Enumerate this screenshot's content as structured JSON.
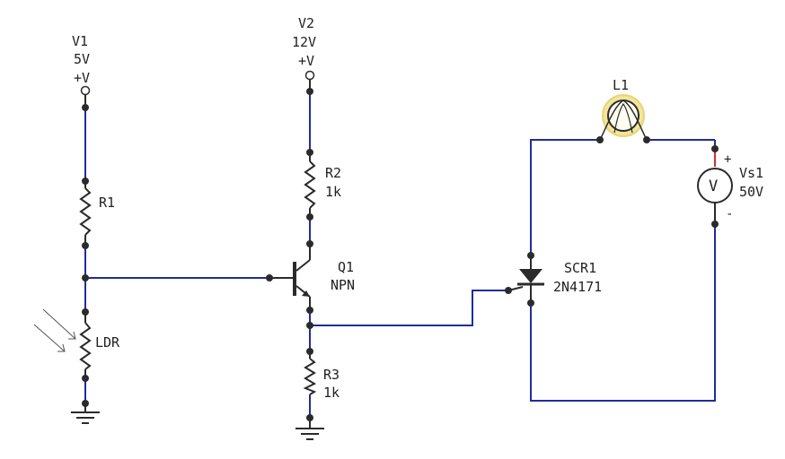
{
  "colors": {
    "wire": "#1f2d9a",
    "component": "#2b2b2b",
    "node": "#2b2b2b",
    "lamp_glow": "#f3e59a",
    "terminal_plus": "#d23030"
  },
  "components": {
    "v1": {
      "name": "V1",
      "value": "5V",
      "symbol": "+V"
    },
    "v2": {
      "name": "V2",
      "value": "12V",
      "symbol": "+V"
    },
    "r1": {
      "name": "R1"
    },
    "r2": {
      "name": "R2",
      "value": "1k"
    },
    "r3": {
      "name": "R3",
      "value": "1k"
    },
    "ldr": {
      "name": "LDR"
    },
    "q1": {
      "name": "Q1",
      "type": "NPN"
    },
    "scr1": {
      "name": "SCR1",
      "part": "2N4171"
    },
    "l1": {
      "name": "L1"
    },
    "vs1": {
      "name": "Vs1",
      "value": "50V",
      "plus": "+",
      "minus": "-",
      "symbol": "V"
    }
  }
}
